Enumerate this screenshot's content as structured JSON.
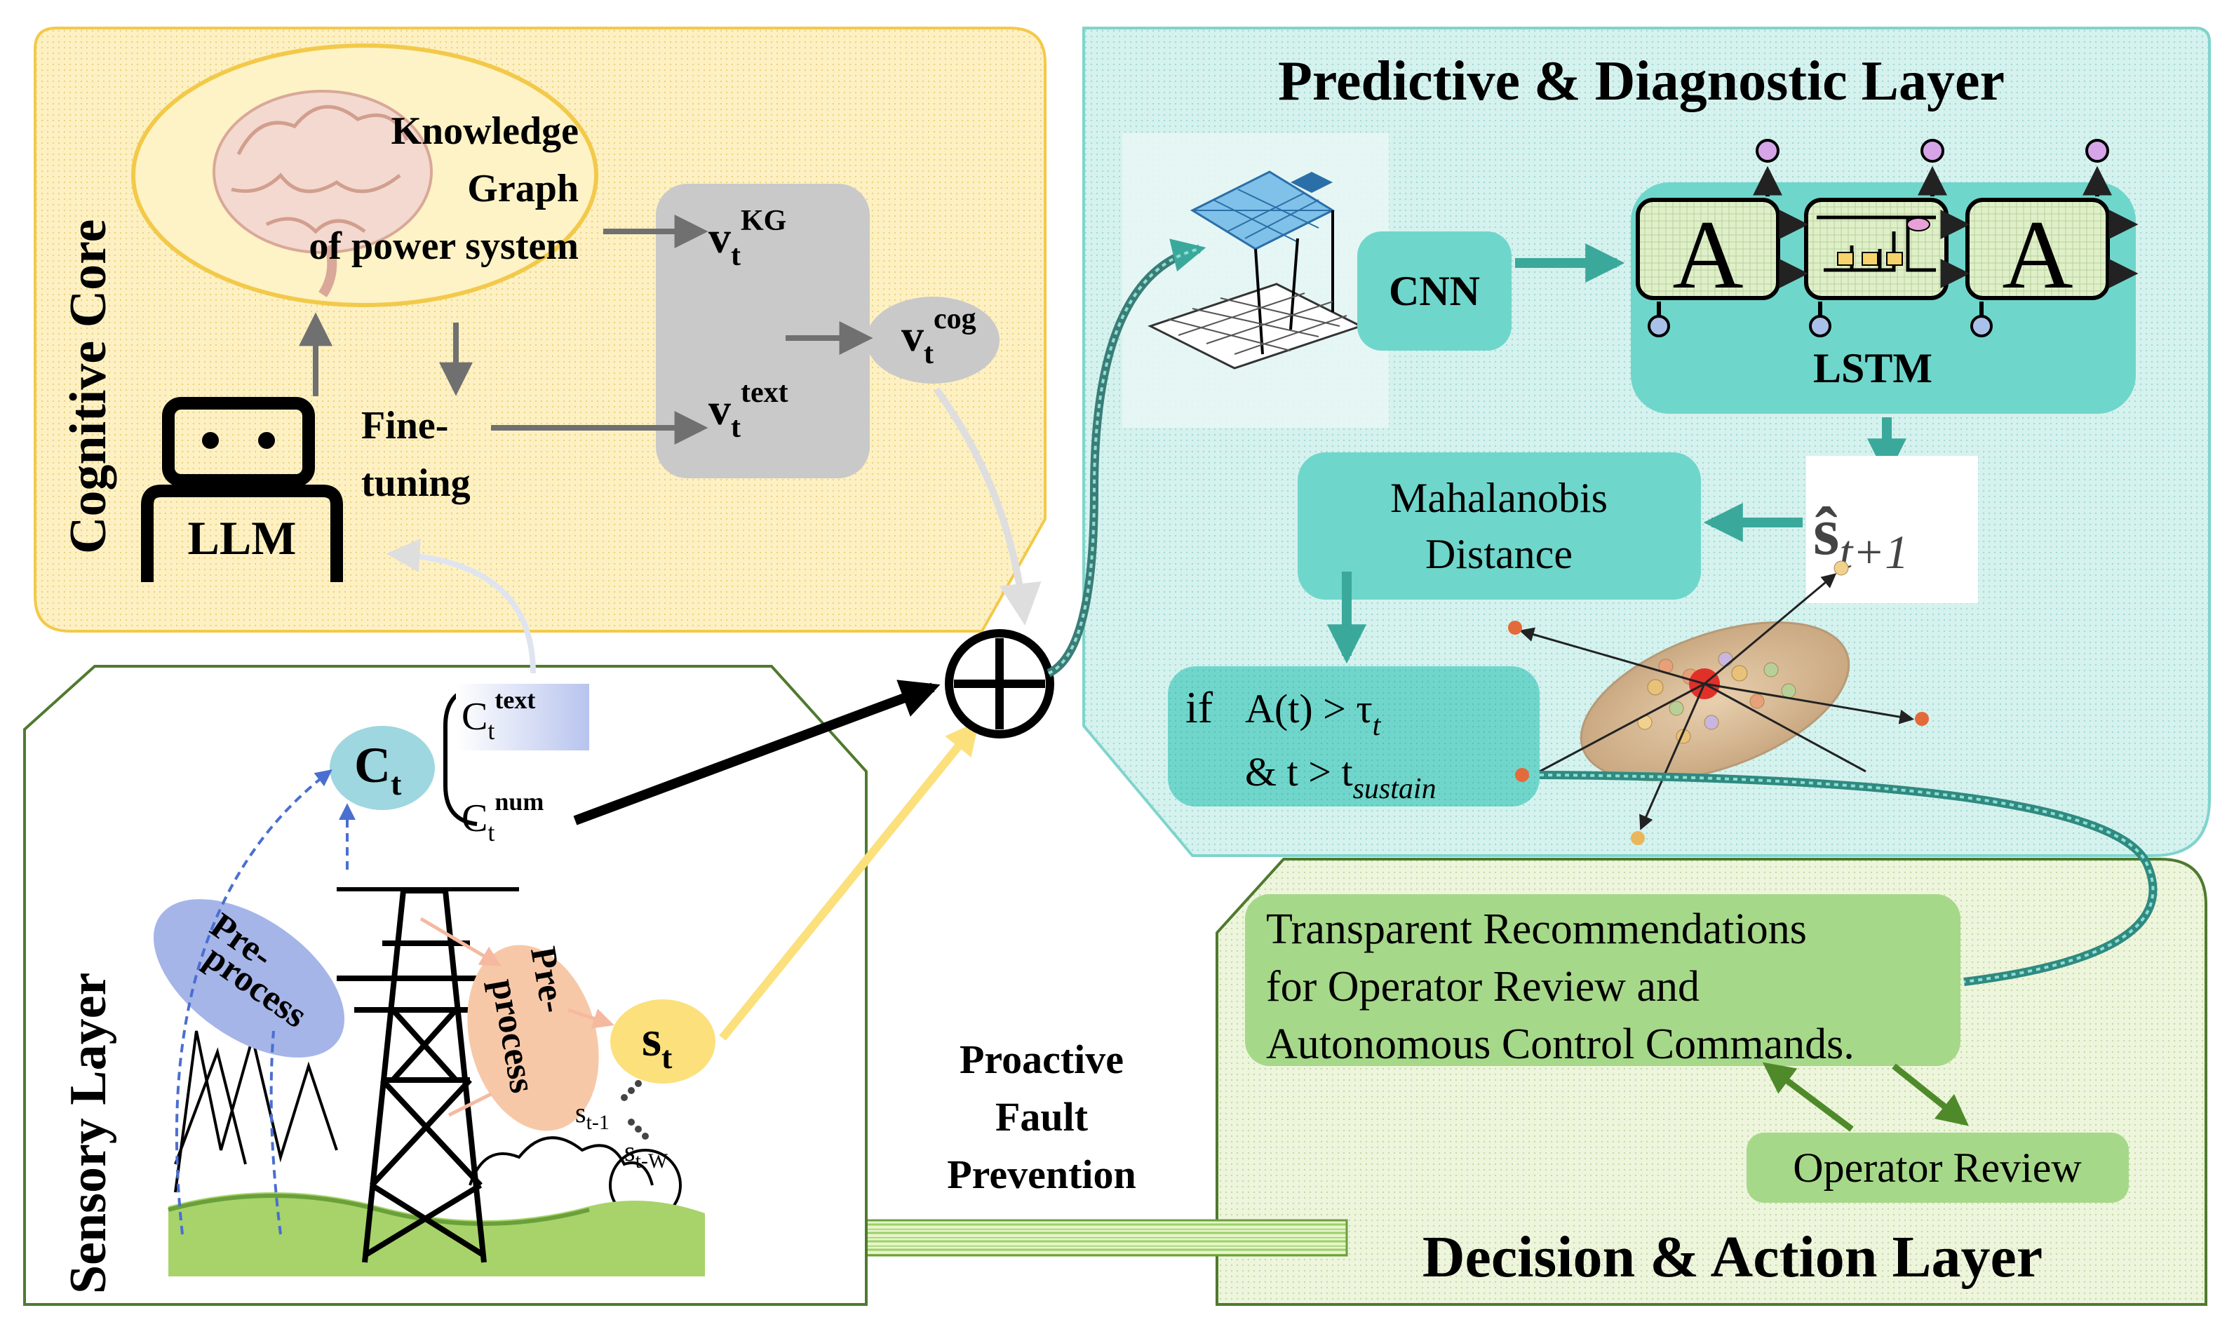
{
  "layers": {
    "cognitive": "Cognitive Core",
    "predictive": "Predictive & Diagnostic Layer",
    "sensory": "Sensory Layer",
    "decision": "Decision & Action Layer"
  },
  "cognitive": {
    "kg_line1": "Knowledge",
    "kg_line2": "Graph",
    "kg_line3": "of power system",
    "llm": "LLM",
    "finetune_line1": "Fine-",
    "finetune_line2": "tuning",
    "v_kg": "v",
    "v_kg_sub": "t",
    "v_kg_sup": "KG",
    "v_text": "v",
    "v_text_sub": "t",
    "v_text_sup": "text",
    "v_cog": "v",
    "v_cog_sub": "t",
    "v_cog_sup": "cog"
  },
  "predictive": {
    "cnn": "CNN",
    "lstm": "LSTM",
    "cell_a": "A",
    "s_hat": "ŝ",
    "s_hat_sub": "t+1",
    "mahal_line1": "Mahalanobis",
    "mahal_line2": "Distance",
    "if_word": "if",
    "cond1": "A(t) > τ",
    "cond1_sub": "t",
    "cond2": "& t > t",
    "cond2_sub": "sustain"
  },
  "sensory": {
    "c_t": "C",
    "c_t_sub": "t",
    "c_text": "C",
    "c_text_sub": "t",
    "c_text_sup": "text",
    "c_num": "C",
    "c_num_sub": "t",
    "c_num_sup": "num",
    "preprocess_a1": "Pre-",
    "preprocess_a2": "process",
    "preprocess_b1": "Pre-",
    "preprocess_b2": "process",
    "s_t": "s",
    "s_t_sub": "t",
    "s_t1": "s",
    "s_t1_sub": "t-1",
    "s_tw": "s",
    "s_tw_sub": "t-W"
  },
  "decision": {
    "rec_line1": "Transparent Recommendations",
    "rec_line2": "for Operator Review and",
    "rec_line3": "Autonomous Control Commands.",
    "operator_review": "Operator Review",
    "proactive_line1": "Proactive",
    "proactive_line2": "Fault",
    "proactive_line3": "Prevention"
  },
  "colors": {
    "cognitive_fill": "#fdf1c4",
    "cognitive_stroke": "#f3c94a",
    "predictive_fill": "#d3f1ee",
    "predictive_stroke": "#7fd4cc",
    "decision_fill": "#eef5dd",
    "decision_stroke": "#4f7a2e",
    "teal": "#6fd6cb",
    "teal_dark": "#3aa99c",
    "green_box": "#a6d889",
    "gray_box": "#c9c9c9"
  }
}
